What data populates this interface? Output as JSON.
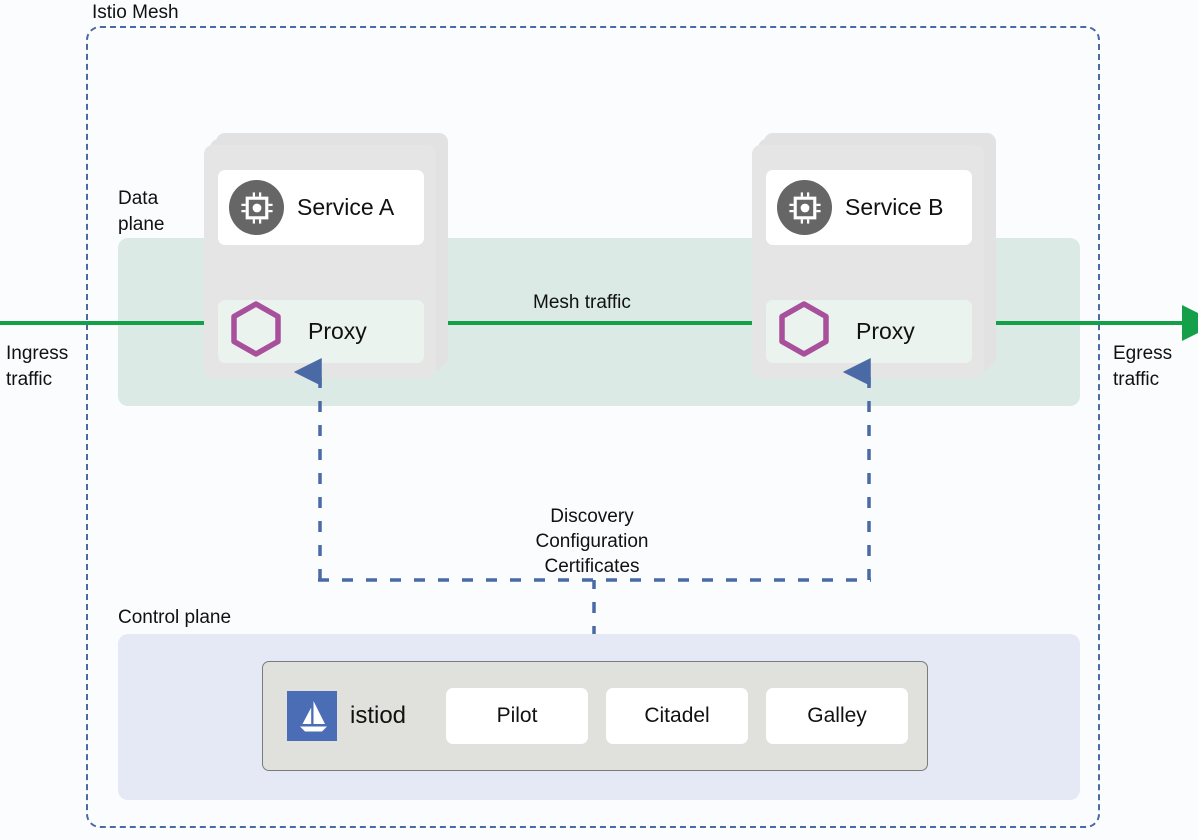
{
  "diagram": {
    "title": "Istio Mesh",
    "planes": {
      "data_plane_label": "Data\nplane",
      "control_plane_label": "Control plane"
    },
    "traffic": {
      "ingress_label": "Ingress\ntraffic",
      "egress_label": "Egress\ntraffic",
      "mesh_label": "Mesh traffic"
    },
    "control_channel_label": "Discovery\nConfiguration\nCertificates",
    "pods": [
      {
        "service_name": "Service A",
        "proxy_label": "Proxy",
        "service_icon": "cpu-chip-icon",
        "proxy_icon": "hexagon-icon"
      },
      {
        "service_name": "Service B",
        "proxy_label": "Proxy",
        "service_icon": "cpu-chip-icon",
        "proxy_icon": "hexagon-icon"
      }
    ],
    "control_plane": {
      "product_name": "istiod",
      "logo_icon": "istio-sail-logo",
      "components": [
        "Pilot",
        "Citadel",
        "Galley"
      ]
    },
    "colors": {
      "mesh_border": "#4a6aa5",
      "data_plane_band": "#dbeae4",
      "control_plane_band": "#e4e9f5",
      "pod_card": "#e5e5e5",
      "proxy_box": "#eaf3ee",
      "traffic_arrow": "#13a049",
      "hexagon": "#a8509c",
      "chip_circle": "#666666",
      "istiod_logo": "#4a6db5",
      "istiod_box": "#e0e0dc",
      "page_background": "#fbfcfd"
    }
  }
}
